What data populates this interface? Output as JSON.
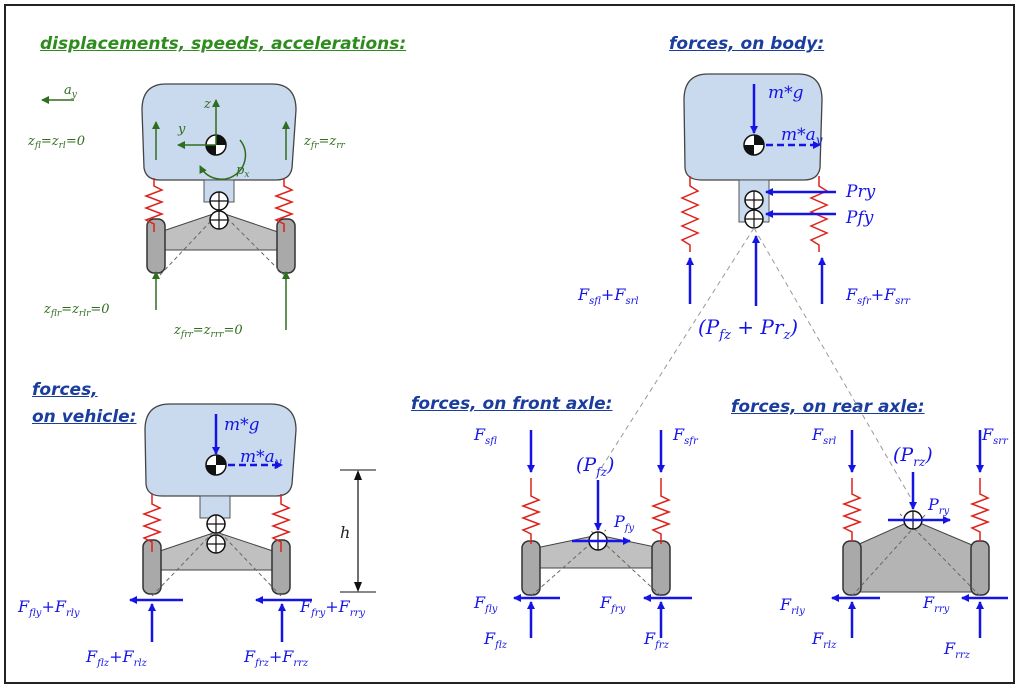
{
  "headings": {
    "kinematics": "displacements, speeds, accelerations:",
    "body": "forces, on body:",
    "vehicle_line1": "forces,",
    "vehicle_line2": "on vehicle:",
    "front_axle": "forces, on front axle:",
    "rear_axle": "forces, on rear axle:"
  },
  "kinematics": {
    "ay": "a",
    "ay_sub": "y",
    "z": "z",
    "y": "y",
    "px": "p",
    "px_sub": "x",
    "left_top": "z",
    "left_top_s1": "fl",
    "left_top_mid": "=z",
    "left_top_s2": "rl",
    "left_top_end": "=0",
    "right_top": "z",
    "right_top_s1": "fr",
    "right_top_mid": "=z",
    "right_top_s2": "rr",
    "left_bot": "z",
    "left_bot_s1": "flr",
    "left_bot_mid": "=z",
    "left_bot_s2": "rlr",
    "left_bot_end": "=0",
    "right_bot": "z",
    "right_bot_s1": "frr",
    "right_bot_mid": "=z",
    "right_bot_s2": "rrr",
    "right_bot_end": "=0"
  },
  "body": {
    "mg": "m*g",
    "may": "m*a",
    "may_sub": "y",
    "pry": "Pry",
    "pfy": "Pfy",
    "fs_left": "F",
    "fs_left_s1": "sfl",
    "fs_left_plus": "+F",
    "fs_left_s2": "srl",
    "fs_right": "F",
    "fs_right_s1": "sfr",
    "fs_right_plus": "+F",
    "fs_right_s2": "srr",
    "pz": "(P",
    "pz_s1": "fz",
    "pz_plus": " + Pr",
    "pz_s2": "z",
    "pz_end": ")"
  },
  "vehicle": {
    "mg": "m*g",
    "may": "m*a",
    "may_sub": "y",
    "h": "h",
    "fly": "F",
    "fly_s1": "fly",
    "fly_plus": "+F",
    "fly_s2": "rly",
    "fry": "F",
    "fry_s1": "fry",
    "fry_plus": "+F",
    "fry_s2": "rry",
    "flz": "F",
    "flz_s1": "flz",
    "flz_plus": "+F",
    "flz_s2": "rlz",
    "frz": "F",
    "frz_s1": "frz",
    "frz_plus": "+F",
    "frz_s2": "rrz"
  },
  "front_axle": {
    "fsfl": "F",
    "fsfl_s": "sfl",
    "fsfr": "F",
    "fsfr_s": "sfr",
    "pfz": "(P",
    "pfz_s": "fz",
    "pfz_end": ")",
    "pfy": "P",
    "pfy_s": "fy",
    "ffly": "F",
    "ffly_s": "fly",
    "ffry": "F",
    "ffry_s": "fry",
    "fflz": "F",
    "fflz_s": "flz",
    "ffrz": "F",
    "ffrz_s": "frz"
  },
  "rear_axle": {
    "fsrl": "F",
    "fsrl_s": "srl",
    "fsrr": "F",
    "fsrr_s": "srr",
    "prz": "(P",
    "prz_s": "rz",
    "prz_end": ")",
    "pry": "P",
    "pry_s": "ry",
    "frly": "F",
    "frly_s": "rly",
    "frry": "F",
    "frry_s": "rry",
    "frlz": "F",
    "frlz_s": "rlz",
    "frrz": "F",
    "frrz_s": "rrz"
  },
  "colors": {
    "body_fill": "#c9d9ee",
    "force_blue": "#1414e6",
    "kinematic_green": "#2f6e1e",
    "spring_red": "#e0201a",
    "axle_gray": "#b8b8b8"
  }
}
